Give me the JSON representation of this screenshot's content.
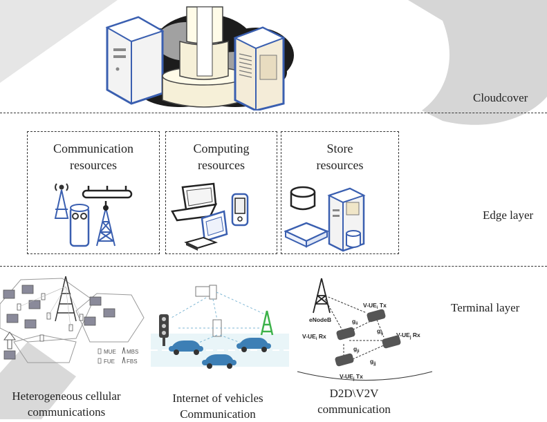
{
  "layers": {
    "cloud": "Cloudcover",
    "edge": "Edge layer",
    "terminal": "Terminal layer"
  },
  "edge_boxes": {
    "communication": [
      "Communication",
      "resources"
    ],
    "computing": [
      "Computing",
      "resources"
    ],
    "store": [
      "Store",
      "resources"
    ]
  },
  "captions": {
    "cellular": [
      "Heterogeneous cellular",
      "communications"
    ],
    "vehicles": [
      "Internet of vehicles",
      "Communication"
    ],
    "d2d": [
      "D2D\\V2V",
      "communication"
    ]
  },
  "cellular_legend": {
    "mue": "MUE",
    "mbs": "MBS",
    "fue": "FUE",
    "fbs": "FBS"
  },
  "d2d_labels": {
    "enodeb": "eNodeB",
    "vue_tx_top": "V-UE",
    "vue_tx_top_sub": "i",
    "vue_tx_top_suffix": " Tx",
    "vue_rx_left": "V-UE",
    "vue_rx_left_sub": "i",
    "vue_rx_left_suffix": " Rx",
    "vue_rx_right": "V-UE",
    "vue_rx_right_sub": "j",
    "vue_rx_right_suffix": " Rx",
    "vue_tx_bottom": "V-UE",
    "vue_tx_bottom_sub": "j",
    "vue_tx_bottom_suffix": " Tx",
    "gain_ii": "g",
    "gain_ii_sub": "ii",
    "gain_ij": "g",
    "gain_ij_sub": "ij",
    "gain_jj": "g",
    "gain_jj_sub": "jj",
    "gain_ji": "g",
    "gain_ji_sub": "ji"
  },
  "colors": {
    "watermark": "#d6d6d6",
    "device_outline": "#3a5fb0",
    "cloud": "#1c1c1c",
    "car": "#3d7fb5",
    "tower_green": "#3db24a"
  }
}
